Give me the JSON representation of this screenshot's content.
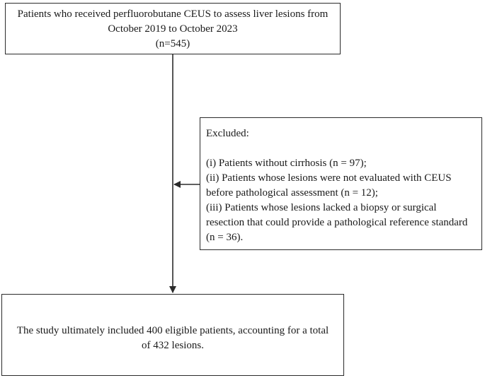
{
  "top_box": {
    "line1": "Patients who received perfluorobutane CEUS to assess liver lesions from",
    "line2": "October 2019 to October 2023",
    "line3": "(n=545)"
  },
  "excluded_box": {
    "title": "Excluded:",
    "lines": [
      "(i) Patients without cirrhosis (n = 97);",
      "(ii) Patients whose lesions were not evaluated with CEUS",
      "before pathological assessment (n = 12);",
      "(iii) Patients whose lesions lacked a biopsy or surgical",
      "resection that could provide a pathological reference standard",
      "(n = 36)."
    ]
  },
  "bottom_box": {
    "line1": "The study ultimately included 400 eligible patients, accounting for a total",
    "line2": "of 432 lesions."
  },
  "colors": {
    "stroke": "#2b2b2b",
    "text": "#1a1a1a"
  }
}
